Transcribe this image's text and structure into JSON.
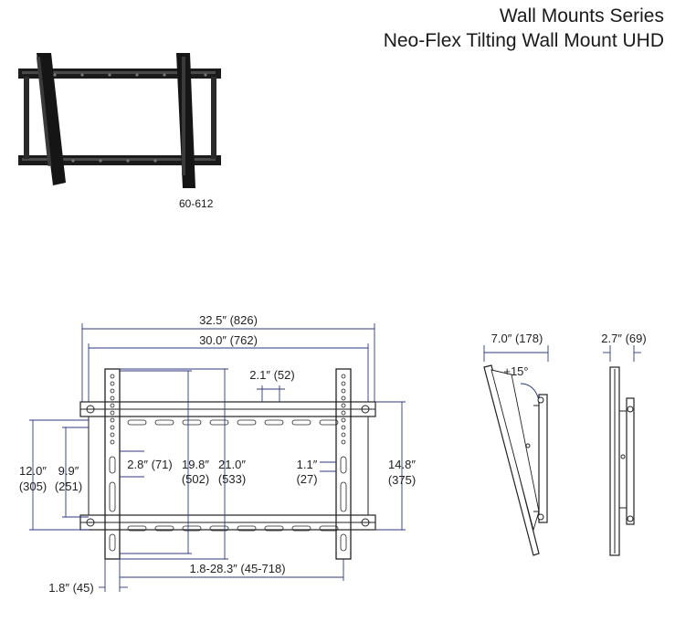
{
  "header": {
    "series": "Wall Mounts Series",
    "product": "Neo-Flex Tilting Wall Mount UHD"
  },
  "product_photo": {
    "model": "60-612"
  },
  "front_view": {
    "overall_width": "32.5″ (826)",
    "rail_width": "30.0″ (762)",
    "arm_spacing": "2.1″ (52)",
    "left_height_in": "12.0″",
    "left_height_mm": "(305)",
    "left_inner_height_in": "9.9″",
    "left_inner_height_mm": "(251)",
    "arm_offset": "2.8″ (71)",
    "vertical_1_in": "19.8″",
    "vertical_1_mm": "(502)",
    "vertical_2_in": "21.0″",
    "vertical_2_mm": "(533)",
    "slot_in": "1.1″",
    "slot_mm": "(27)",
    "total_height_in": "14.8″",
    "total_height_mm": "(375)",
    "horizontal_range": "1.8-28.3″ (45-718)",
    "bottom_offset": "1.8″ (45)"
  },
  "side_view_tilted": {
    "depth": "7.0″ (178)",
    "tilt": "+15°"
  },
  "side_view_flat": {
    "depth": "2.7″ (69)"
  }
}
